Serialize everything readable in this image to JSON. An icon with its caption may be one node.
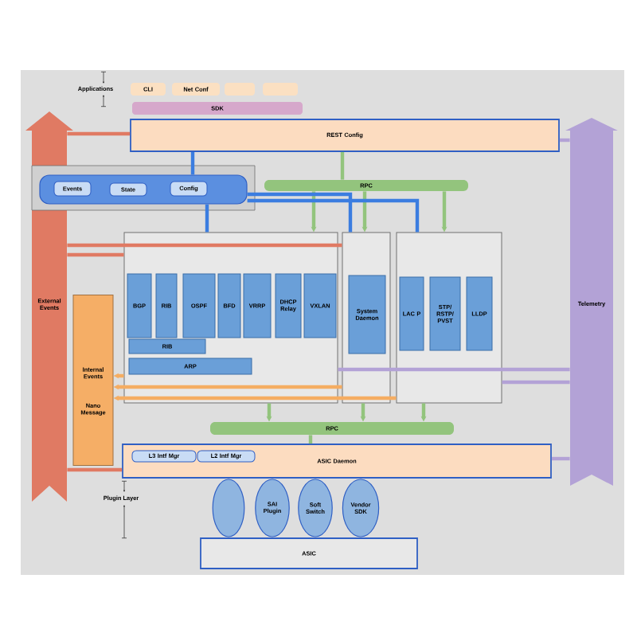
{
  "diagram": {
    "nodes": [
      {
        "text": [
          "CLI"
        ]
      },
      {
        "text": [
          "Net Conf"
        ]
      },
      {
        "text": [],
        "shape": "box"
      },
      {
        "text": [],
        "shape": "box"
      },
      {
        "text": [
          "SDK"
        ]
      },
      {
        "text": [
          "REST Config"
        ]
      },
      {
        "text": [],
        "shape": "box"
      },
      {
        "text": [
          "Events"
        ],
        "in": 6
      },
      {
        "text": [
          "State"
        ],
        "in": 6
      },
      {
        "text": [
          "Config"
        ],
        "in": 6
      },
      {
        "text": [
          "RPC"
        ]
      },
      {
        "text": [],
        "shape": "box"
      },
      {
        "text": [
          "BGP"
        ],
        "in": 11
      },
      {
        "text": [
          "RIB"
        ],
        "in": 11
      },
      {
        "text": [
          "OSPF"
        ],
        "in": 11
      },
      {
        "text": [
          "BFD"
        ],
        "in": 11
      },
      {
        "text": [
          "VRRP"
        ],
        "in": 11
      },
      {
        "text": [
          "DHCP Relay"
        ],
        "in": 11
      },
      {
        "text": [
          "VXLAN"
        ],
        "in": 11
      },
      {
        "text": [
          "RIB"
        ],
        "in": 11
      },
      {
        "text": [
          "ARP"
        ],
        "in": 11
      },
      {
        "text": [],
        "shape": "box"
      },
      {
        "text": [
          "System Daemon"
        ],
        "in": 21
      },
      {
        "text": [],
        "shape": "box"
      },
      {
        "text": [
          "LAC P"
        ],
        "in": 23
      },
      {
        "text": [
          "STP/ RSTP/ PVST"
        ],
        "in": 23
      },
      {
        "text": [
          "LLDP"
        ],
        "in": 23
      },
      {
        "text": [
          "External Events"
        ]
      },
      {
        "text": [
          "Telemetry"
        ]
      },
      {
        "text": [
          "Internal Events",
          "Nano Message"
        ]
      },
      {
        "text": [
          "RPC"
        ]
      },
      {
        "text": [
          "ASIC Daemon"
        ]
      },
      {
        "text": [
          "L3 Intf Mgr"
        ],
        "in": 31
      },
      {
        "text": [
          "L2 Intf Mgr"
        ],
        "in": 31
      },
      {
        "text": [],
        "shape": "ellipse"
      },
      {
        "text": [
          "SAI Plugin"
        ]
      },
      {
        "text": [
          "Soft Switch"
        ]
      },
      {
        "text": [
          "Vendor SDK"
        ]
      },
      {
        "text": [
          "ASIC"
        ]
      }
    ],
    "edges": [
      {
        "from": 5,
        "to": 10,
        "arrow": "none",
        "color": "#93c47d"
      },
      {
        "from": 5,
        "to": 6,
        "arrow": "none",
        "color": "#3b7de0"
      },
      {
        "from": 10,
        "to": 11,
        "arrow": "to",
        "color": "#93c47d"
      },
      {
        "from": 10,
        "to": 21,
        "arrow": "to",
        "color": "#93c47d"
      },
      {
        "from": 10,
        "to": 23,
        "arrow": "to",
        "color": "#93c47d"
      },
      {
        "from": 6,
        "to": 11,
        "arrow": "none",
        "color": "#3b7de0"
      },
      {
        "from": 6,
        "to": 21,
        "arrow": "none",
        "color": "#3b7de0"
      },
      {
        "from": 6,
        "to": 23,
        "arrow": "none",
        "color": "#3b7de0"
      },
      {
        "from": 27,
        "to": 5,
        "arrow": "none",
        "color": "#e07a63"
      },
      {
        "from": 27,
        "to": 11,
        "arrow": "none",
        "color": "#e07a63"
      },
      {
        "from": 27,
        "to": 21,
        "arrow": "none",
        "color": "#e07a63"
      },
      {
        "from": 27,
        "to": 31,
        "arrow": "none",
        "color": "#e07a63"
      },
      {
        "from": 11,
        "to": 29,
        "arrow": "to",
        "color": "#f5ad62"
      },
      {
        "from": 21,
        "to": 29,
        "arrow": "to",
        "color": "#f5ad62"
      },
      {
        "from": 23,
        "to": 29,
        "arrow": "to",
        "color": "#f5ad62"
      },
      {
        "from": 11,
        "to": 28,
        "arrow": "none",
        "color": "#b3a2d6"
      },
      {
        "from": 23,
        "to": 28,
        "arrow": "none",
        "color": "#b3a2d6"
      },
      {
        "from": 31,
        "to": 28,
        "arrow": "none",
        "color": "#b3a2d6"
      },
      {
        "from": 5,
        "to": 28,
        "arrow": "none",
        "color": "#b3a2d6"
      },
      {
        "from": 11,
        "to": 30,
        "arrow": "to",
        "color": "#93c47d"
      },
      {
        "from": 21,
        "to": 30,
        "arrow": "to",
        "color": "#93c47d"
      },
      {
        "from": 23,
        "to": 30,
        "arrow": "to",
        "color": "#93c47d"
      },
      {
        "from": 30,
        "to": 31,
        "arrow": "none",
        "color": "#93c47d"
      }
    ],
    "labels": [
      "Applications",
      "Plugin Layer"
    ]
  }
}
